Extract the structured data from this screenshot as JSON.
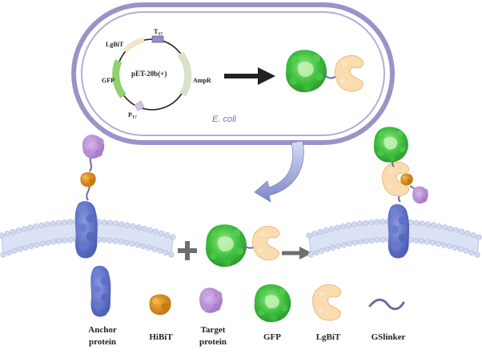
{
  "plasmid": {
    "name": "pET-20b(+)",
    "labels": {
      "lgbit": "LgBiT",
      "t7_term": "T",
      "t7_term_sub": "T7",
      "gfp": "GFP",
      "ampr": "AmpR",
      "p7": "P",
      "p7_sub": "T7"
    }
  },
  "cell": {
    "label": "E. coli"
  },
  "legend": [
    {
      "id": "anchor",
      "line1": "Anchor",
      "line2": "protein"
    },
    {
      "id": "hibit",
      "line1": "HiBiT",
      "line2": ""
    },
    {
      "id": "target",
      "line1": "Target",
      "line2": "protein"
    },
    {
      "id": "gfp",
      "line1": "GFP",
      "line2": ""
    },
    {
      "id": "lgbit",
      "line1": "LgBiT",
      "line2": ""
    },
    {
      "id": "gslinker",
      "line1": "GSlinker",
      "line2": ""
    }
  ],
  "colors": {
    "cell_outer": "#9b92c9",
    "cell_inner": "#ffffff",
    "gfp": "#3fbf3f",
    "lgbit": "#f7d7a8",
    "anchor": "#5b6cc4",
    "hibit": "#d4880f",
    "target": "#b48ad0",
    "linker": "#6d6aa8",
    "membrane": "#c9d3ee",
    "arrow_dark": "#222222",
    "arrow_grey": "#6e6e6e",
    "curve_arrow": "#7b86c4"
  },
  "operators": {
    "plus": "+"
  }
}
